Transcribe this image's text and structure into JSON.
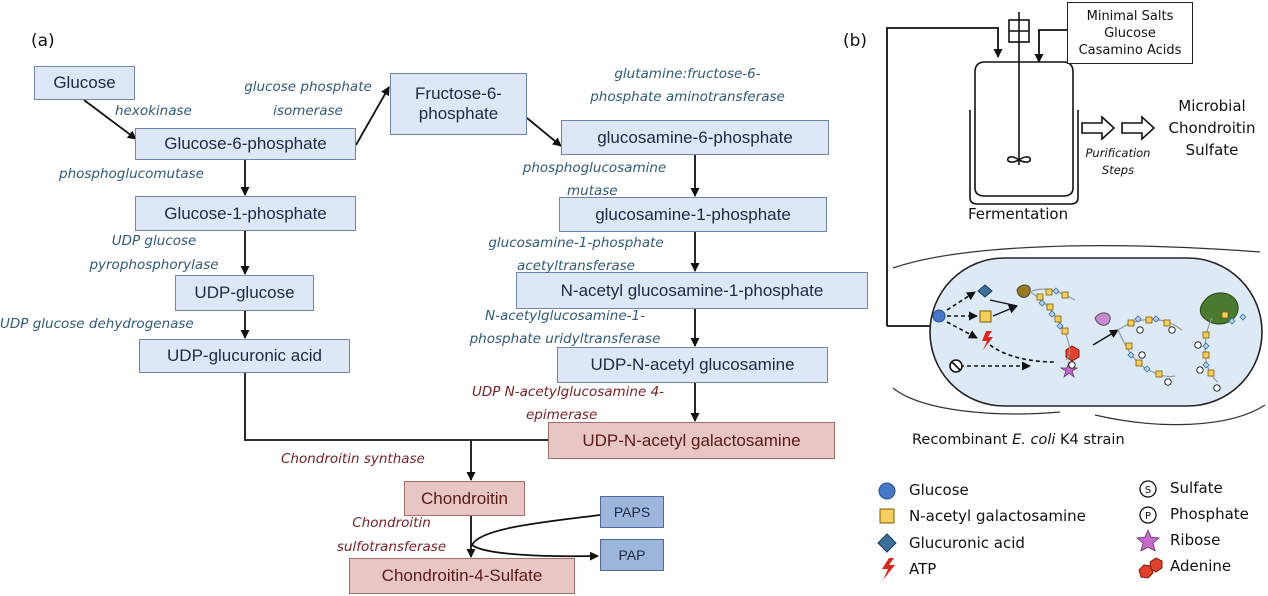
{
  "panels": {
    "a": "(a)",
    "b": "(b)"
  },
  "pathway_nodes": {
    "glucose": "Glucose",
    "g6p": "Glucose-6-phosphate",
    "g1p": "Glucose-1-phosphate",
    "udp_glucose": "UDP-glucose",
    "udp_glcua": "UDP-glucuronic acid",
    "f6p_line1": "Fructose-6-",
    "f6p_line2": "phosphate",
    "gln6p": "glucosamine-6-phosphate",
    "gln1p": "glucosamine-1-phosphate",
    "nagl1p": "N-acetyl glucosamine-1-phosphate",
    "udp_glcnac": "UDP-N-acetyl glucosamine",
    "udp_galnac": "UDP-N-acetyl galactosamine",
    "chondroitin": "Chondroitin",
    "c4s": "Chondroitin-4-Sulfate",
    "paps": "PAPS",
    "pap": "PAP"
  },
  "enzymes": {
    "hexokinase": "hexokinase",
    "gpi_1": "glucose phosphate",
    "gpi_2": "isomerase",
    "pgm": "phosphoglucomutase",
    "ugp_1": "UDP glucose",
    "ugp_2": "pyrophosphorylase",
    "ugdh": "UDP glucose dehydrogenase",
    "gfat_1": "glutamine:fructose-6-",
    "gfat_2": "phosphate aminotransferase",
    "pgam_1": "phosphoglucosamine",
    "pgam_2": "mutase",
    "gnat_1": "glucosamine-1-phosphate",
    "gnat_2": "acetyltransferase",
    "uap_1": "N-acetylglucosamine-1-",
    "uap_2": "phosphate uridyltransferase",
    "epi_1": "UDP N-acetylglucosamine 4-",
    "epi_2": "epimerase",
    "cs": "Chondroitin synthase",
    "cst_1": "Chondroitin",
    "cst_2": "sulfotransferase"
  },
  "panel_b": {
    "feed_1": "Minimal Salts",
    "feed_2": "Glucose",
    "feed_3": "Casamino Acids",
    "fermentation": "Fermentation",
    "purification_1": "Purification",
    "purification_2": "Steps",
    "product_1": "Microbial",
    "product_2": "Chondroitin",
    "product_3": "Sulfate",
    "strain_prefix": "Recombinant ",
    "strain_italic": "E. coli",
    "strain_suffix": " K4 strain"
  },
  "legend": [
    {
      "label": "Glucose",
      "icon": "glucose-circle-icon",
      "color": "#4677c8"
    },
    {
      "label": "N-acetyl galactosamine",
      "icon": "galnac-square-icon",
      "color": "#f4cf5e"
    },
    {
      "label": "Glucuronic acid",
      "icon": "glcua-diamond-icon",
      "color": "#3c6f9a"
    },
    {
      "label": "ATP",
      "icon": "atp-lightning-icon",
      "color": "#d8281f"
    },
    {
      "label": "Sulfate",
      "icon": "sulfate-s-icon",
      "symbol": "S"
    },
    {
      "label": "Phosphate",
      "icon": "phosphate-p-icon",
      "symbol": "P"
    },
    {
      "label": "Ribose",
      "icon": "ribose-star-icon",
      "color": "#c46bc9"
    },
    {
      "label": "Adenine",
      "icon": "adenine-hexagon-icon",
      "color": "#e0412d"
    }
  ],
  "colors": {
    "node_blue": "#dde7f6",
    "node_pink": "#e8c6c4",
    "enzyme_text": "#2f5a79",
    "enzyme_red": "#7a2222",
    "cell_fill": "#ddeaf6"
  }
}
